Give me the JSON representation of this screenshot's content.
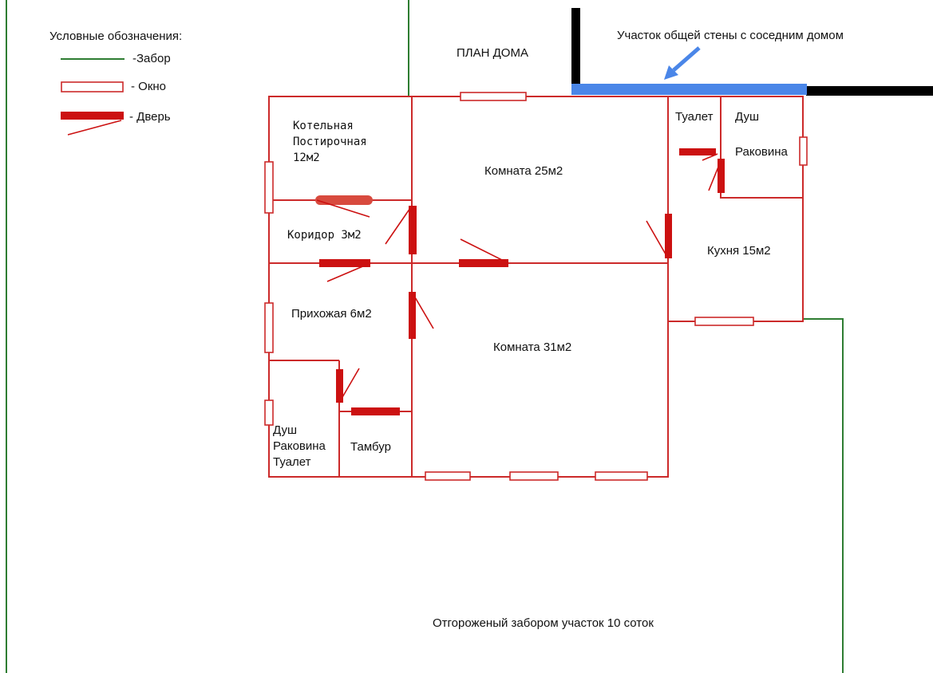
{
  "legend": {
    "title": "Условные обозначения:",
    "fence": "-Забор",
    "window": "- Окно",
    "door": "- Дверь"
  },
  "plan_title": "ПЛАН ДОМА",
  "shared_wall_note": "Участок общей стены с соседним домом",
  "rooms": {
    "boiler": [
      "Котельная",
      "Постирочная",
      "12м2"
    ],
    "corridor": "Коридор 3м2",
    "room25": "Комната 25м2",
    "toilet_top": "Туалет",
    "shower_top": "Душ",
    "sink_top": "Раковина",
    "kitchen": "Кухня 15м2",
    "hall": "Прихожая 6м2",
    "room31": "Комната 31м2",
    "bath": [
      "Душ",
      "Раковина",
      "Туалет"
    ],
    "vestibule": "Тамбур"
  },
  "footer": "Отгороженый забором участок 10 соток",
  "colors": {
    "wall": "#cc2a2a",
    "door": "#cc1111",
    "fence": "#2e7d32",
    "shared_wall": "#4a86e8",
    "neighbor_wall": "#000000"
  }
}
